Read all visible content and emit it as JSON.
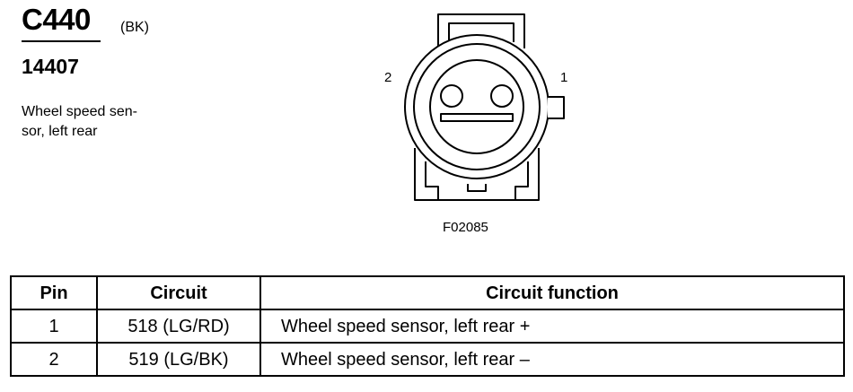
{
  "connector": {
    "id": "C440",
    "color_code": "(BK)",
    "part_number": "14407",
    "description_lines": [
      "Wheel speed sen-",
      "sor, left rear"
    ]
  },
  "diagram": {
    "pin_labels": {
      "left": "2",
      "right": "1"
    },
    "figure_code": "F02085"
  },
  "table": {
    "headers": [
      "Pin",
      "Circuit",
      "Circuit function"
    ],
    "rows": [
      {
        "pin": "1",
        "circuit": "518 (LG/RD)",
        "function": "Wheel speed sensor, left rear +"
      },
      {
        "pin": "2",
        "circuit": "519 (LG/BK)",
        "function": "Wheel speed sensor, left rear –"
      }
    ]
  }
}
